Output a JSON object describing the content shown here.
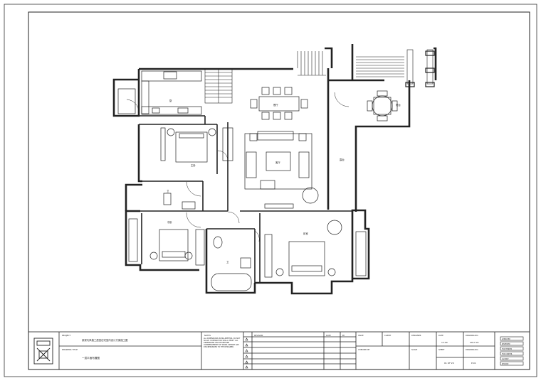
{
  "sheet": {
    "room_labels": {
      "kitchen": "厨",
      "dining": "餐厅",
      "living": "客厅",
      "terrace": "露台",
      "balcony": "阳台",
      "master_bedroom": "主卧",
      "bath_main": "卫",
      "bedroom_2": "次卧",
      "bedroom_3": "卧室",
      "bath_master": "卫"
    },
    "title_block": {
      "logo_text": "",
      "project_tag": "PROJECT",
      "project_name": "某现代风格三居室住宅室内设计方案施工图",
      "drawing_tag": "DRAWING TITLE",
      "drawing_name": "一层平面布置图",
      "notes_head": "NOTES",
      "notes_body": "ALL DIMENSIONS IN MILLIMETERS. DO NOT SCALE. CONTRACTOR SHALL VERIFY ALL DIMENSIONS ON SITE BEFORE COMMENCEMENT OF WORK. REPORT ANY DISCREPANCIES TO THE DESIGNER.",
      "rev_head": "REVISION",
      "rev_date": "DATE",
      "rev_by": "BY",
      "issue_head": "ISSUE",
      "client_head": "CLIENT",
      "designer_head": "DESIGNER",
      "checked_head": "CHECKED BY",
      "scale_head": "SCALE",
      "scale_value": "1:100",
      "date_head": "DATE",
      "date_value": "2017.03",
      "drawing_no_head": "DRAWING NO.",
      "drawing_no_value": "P-01",
      "sheet_head": "SHEET",
      "sheet_value": "01 OF 20",
      "stamp_lines": [
        "APPROVED",
        "REVIEWED",
        "FOR TENDER",
        "FOR CONSTR.",
        "AS BUILT",
        "RECORD"
      ]
    }
  }
}
